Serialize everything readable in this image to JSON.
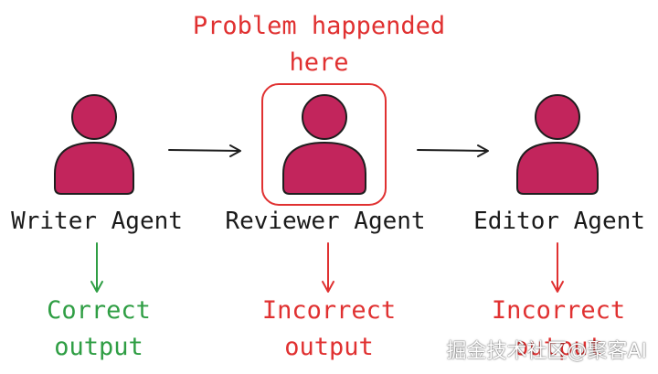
{
  "annotation": {
    "line1": "Problem happended",
    "line2": "here"
  },
  "agents": [
    {
      "label": "Writer Agent",
      "output_line1": "Correct",
      "output_line2": "output",
      "status": "correct"
    },
    {
      "label": "Reviewer Agent",
      "output_line1": "Incorrect",
      "output_line2": "output",
      "status": "incorrect"
    },
    {
      "label": "Editor Agent",
      "output_line1": "Incorrect",
      "output_line2": "output",
      "status": "incorrect"
    }
  ],
  "watermark": "掘金技术社区@聚客AI",
  "colors": {
    "agent_fill": "#c2255c",
    "agent_stroke": "#1e1e1e",
    "correct": "#2f9e44",
    "incorrect": "#e03131",
    "flow_arrow": "#1e1e1e"
  }
}
